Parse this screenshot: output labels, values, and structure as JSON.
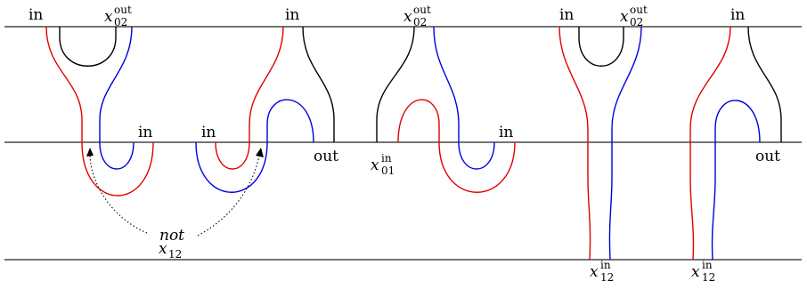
{
  "labels": {
    "in": "in",
    "out": "out",
    "x02out_base": "x",
    "x02out_sup": "out",
    "x02out_sub": "02",
    "x01in_base": "x",
    "x01in_sup": "in",
    "x01in_sub": "01",
    "x12in_base": "x",
    "x12in_sup": "in",
    "x12in_sub": "12",
    "note_not": "not",
    "note_x": "x",
    "note_sub": "12"
  },
  "colors": {
    "red": "#e00000",
    "blue": "#0000dd",
    "black": "#000000"
  }
}
